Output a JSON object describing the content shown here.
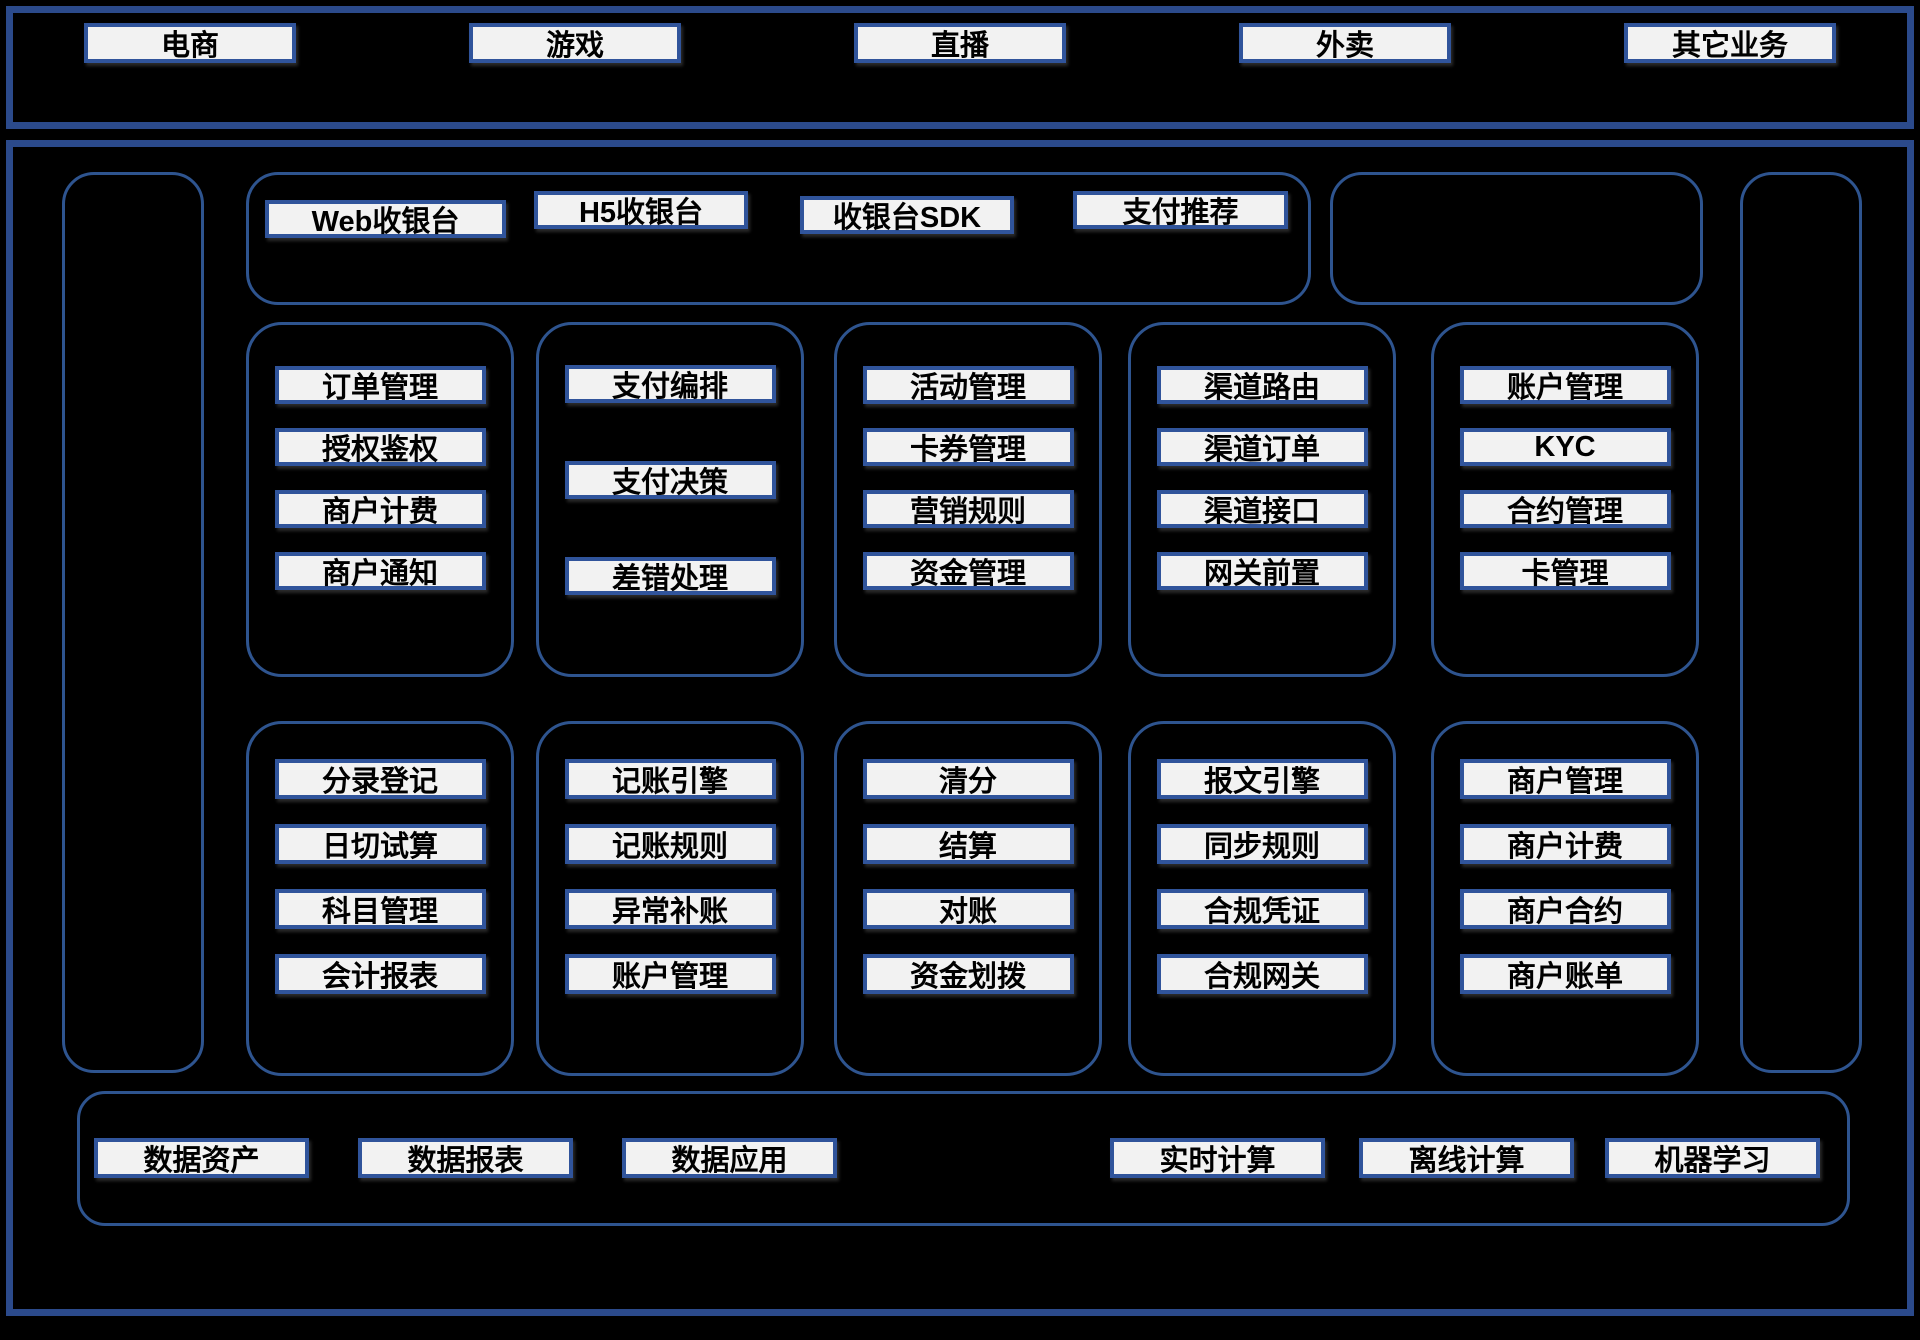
{
  "colors": {
    "background": "#000000",
    "outer_border": "#2b4a8b",
    "pane_border": "#2e548f",
    "chip_border": "#30549b",
    "chip_fill": "#f2f2f2",
    "chip_text": "#000000"
  },
  "business_layer": {
    "items": [
      "电商",
      "游戏",
      "直播",
      "外卖",
      "其它业务"
    ]
  },
  "checkout": {
    "items": [
      "Web收银台",
      "H5收银台",
      "收银台SDK",
      "支付推荐"
    ]
  },
  "payment_core": {
    "groups": [
      {
        "items": [
          "订单管理",
          "授权鉴权",
          "商户计费",
          "商户通知"
        ]
      },
      {
        "items": [
          "支付编排",
          "支付决策",
          "差错处理"
        ]
      },
      {
        "items": [
          "活动管理",
          "卡券管理",
          "营销规则",
          "资金管理"
        ]
      },
      {
        "items": [
          "渠道路由",
          "渠道订单",
          "渠道接口",
          "网关前置"
        ]
      },
      {
        "items": [
          "账户管理",
          "KYC",
          "合约管理",
          "卡管理"
        ]
      }
    ]
  },
  "settlement_core": {
    "groups": [
      {
        "items": [
          "分录登记",
          "日切试算",
          "科目管理",
          "会计报表"
        ]
      },
      {
        "items": [
          "记账引擎",
          "记账规则",
          "异常补账",
          "账户管理"
        ]
      },
      {
        "items": [
          "清分",
          "结算",
          "对账",
          "资金划拨"
        ]
      },
      {
        "items": [
          "报文引擎",
          "同步规则",
          "合规凭证",
          "合规网关"
        ]
      },
      {
        "items": [
          "商户管理",
          "商户计费",
          "商户合约",
          "商户账单"
        ]
      }
    ]
  },
  "data_platform": {
    "items": [
      "数据资产",
      "数据报表",
      "数据应用",
      "实时计算",
      "离线计算",
      "机器学习"
    ]
  }
}
